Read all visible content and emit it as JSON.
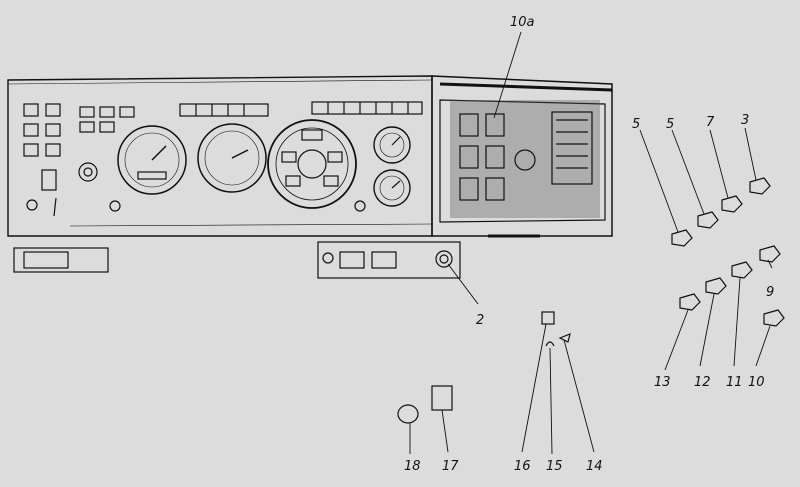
{
  "diagram": {
    "background": "#dcdcdc",
    "ink": "#111111",
    "callouts": [
      {
        "id": "c10a",
        "text": "10a"
      },
      {
        "id": "c2",
        "text": "2"
      },
      {
        "id": "c5a",
        "text": "5"
      },
      {
        "id": "c5b",
        "text": "5"
      },
      {
        "id": "c7",
        "text": "7"
      },
      {
        "id": "c3",
        "text": "3"
      },
      {
        "id": "c9",
        "text": "9"
      },
      {
        "id": "c13",
        "text": "13"
      },
      {
        "id": "c12",
        "text": "12"
      },
      {
        "id": "c11",
        "text": "11"
      },
      {
        "id": "c10",
        "text": "10"
      },
      {
        "id": "c16",
        "text": "16"
      },
      {
        "id": "c15",
        "text": "15"
      },
      {
        "id": "c14",
        "text": "14"
      },
      {
        "id": "c18",
        "text": "18"
      },
      {
        "id": "c17",
        "text": "17"
      }
    ]
  }
}
